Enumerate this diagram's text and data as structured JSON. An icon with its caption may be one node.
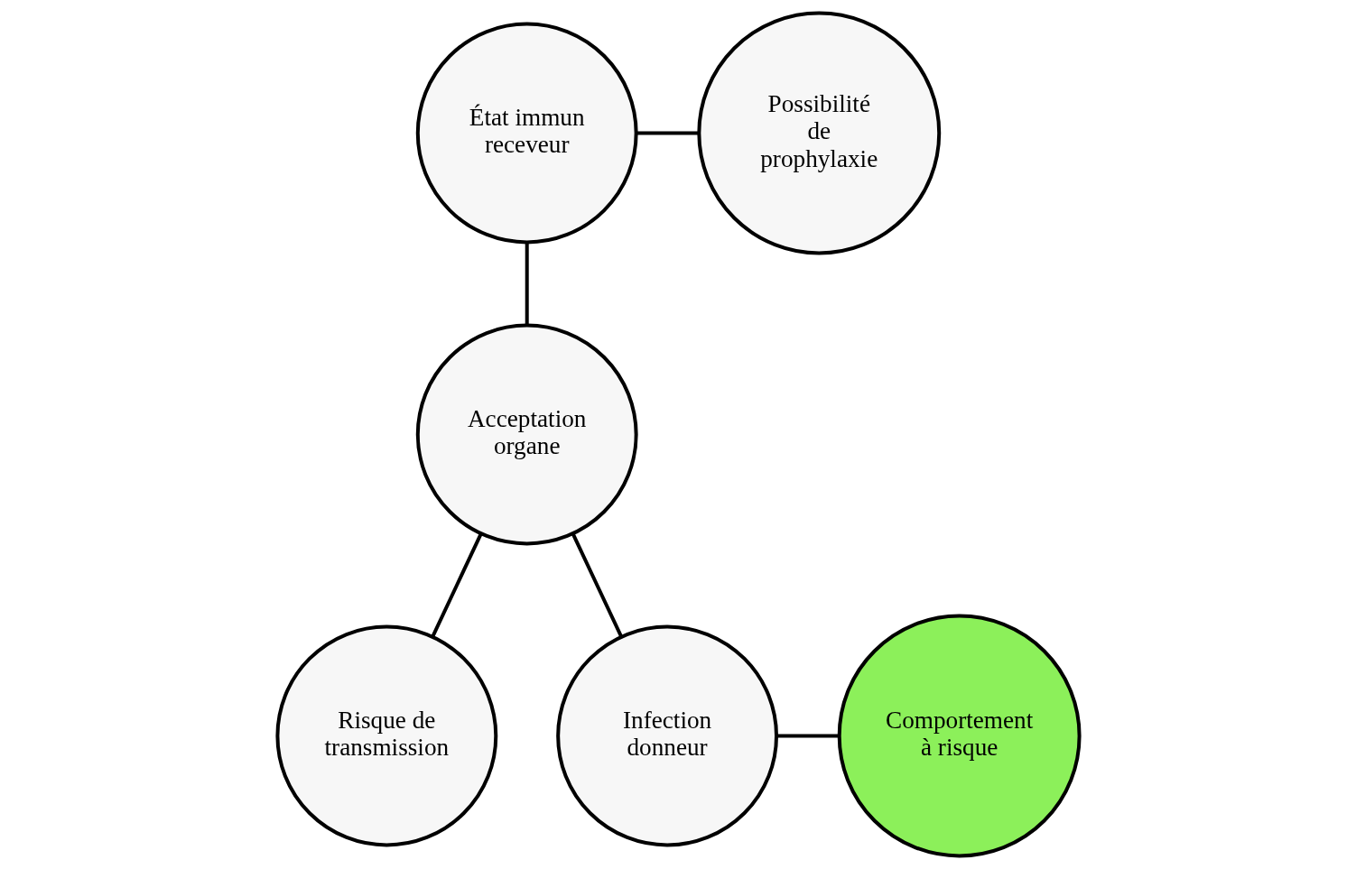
{
  "diagram": {
    "nodes": [
      {
        "text": [
          "État immun receveur"
        ]
      },
      {
        "text": [
          "Possibilité de prophylaxie"
        ]
      },
      {
        "text": [
          "Acceptation organe"
        ]
      },
      {
        "text": [
          "Risque de transmission"
        ]
      },
      {
        "text": [
          "Infection donneur"
        ]
      },
      {
        "text": [
          "Comportement à risque"
        ]
      }
    ],
    "edges": [
      {
        "from": 0,
        "to": 1,
        "arrow": "none"
      },
      {
        "from": 0,
        "to": 2,
        "arrow": "none"
      },
      {
        "from": 2,
        "to": 3,
        "arrow": "none"
      },
      {
        "from": 2,
        "to": 4,
        "arrow": "none"
      },
      {
        "from": 4,
        "to": 5,
        "arrow": "none"
      }
    ]
  }
}
